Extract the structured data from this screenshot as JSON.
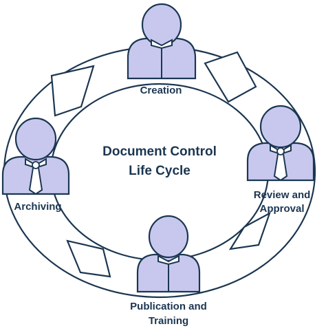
{
  "diagram": {
    "center_title": [
      "Document Control",
      "Life Cycle"
    ],
    "stages": {
      "creation": [
        "Creation"
      ],
      "review": [
        "Review and",
        "Approval"
      ],
      "publication": [
        "Publication and",
        "Training"
      ],
      "archiving": [
        "Archiving"
      ]
    }
  }
}
